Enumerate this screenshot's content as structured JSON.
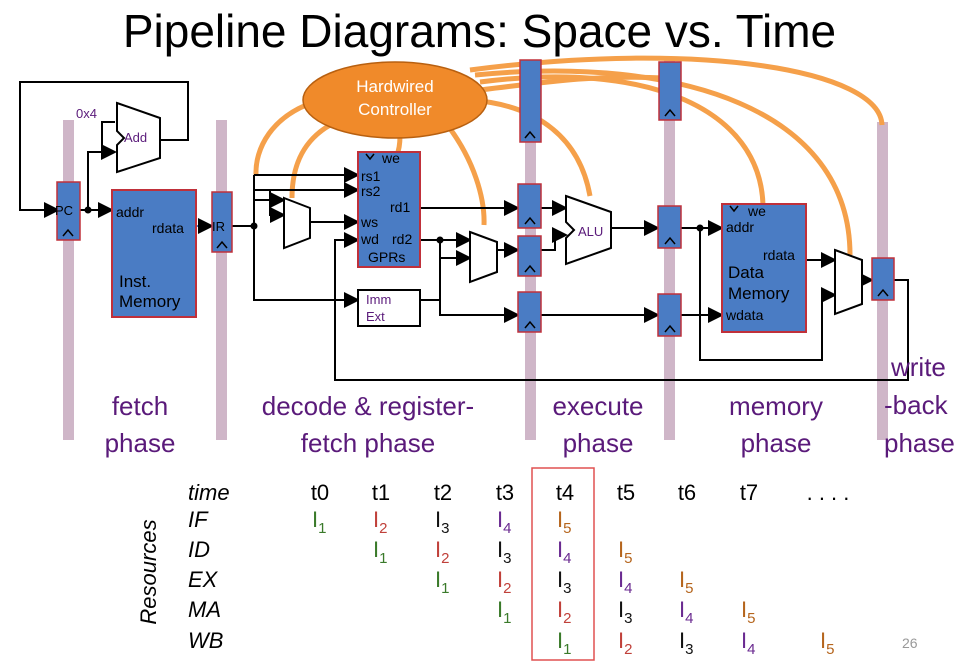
{
  "title": "Pipeline Diagrams: Space vs. Time",
  "datapath": {
    "controller": [
      "Hardwired",
      "Controller"
    ],
    "const_0x4": "0x4",
    "add": "Add",
    "pc": "PC",
    "ir": "IR",
    "addr": "addr",
    "rdata": "rdata",
    "inst_memory": [
      "Inst.",
      "Memory"
    ],
    "we": "we",
    "rs1": "rs1",
    "rs2": "rs2",
    "rd1": "rd1",
    "ws": "ws",
    "wd": "wd",
    "rd2": "rd2",
    "gprs": "GPRs",
    "imm_ext": [
      "Imm",
      "Ext"
    ],
    "alu": "ALU",
    "dm_we": "we",
    "dm_addr": "addr",
    "dm_rdata": "rdata",
    "data_memory": [
      "Data",
      "Memory"
    ],
    "wdata": "wdata"
  },
  "phases": {
    "fetch": [
      "fetch",
      "phase"
    ],
    "decode": [
      "decode & register-",
      "fetch phase"
    ],
    "execute": [
      "execute",
      "phase"
    ],
    "memory": [
      "memory",
      "phase"
    ],
    "writeback": [
      "write",
      "-back",
      "phase"
    ]
  },
  "table": {
    "axis_label": "Resources",
    "time_label": "time",
    "times": [
      "t0",
      "t1",
      "t2",
      "t3",
      "t4",
      "t5",
      "t6",
      "t7",
      ". . . ."
    ],
    "highlight_time": "t4",
    "rows": [
      {
        "name": "IF",
        "start": 0
      },
      {
        "name": "ID",
        "start": 1
      },
      {
        "name": "EX",
        "start": 2
      },
      {
        "name": "MA",
        "start": 3
      },
      {
        "name": "WB",
        "start": 4
      }
    ],
    "instructions": [
      {
        "label": "I",
        "sub": "1",
        "color": "#3a7a2a"
      },
      {
        "label": "I",
        "sub": "2",
        "color": "#c0403a"
      },
      {
        "label": "I",
        "sub": "3",
        "color": "#111111"
      },
      {
        "label": "I",
        "sub": "4",
        "color": "#6a2a90"
      },
      {
        "label": "I",
        "sub": "5",
        "color": "#b5651d"
      }
    ]
  },
  "page_number": "26",
  "colors": {
    "block_blue": "#4a7cc4",
    "block_border": "#c0303a",
    "pipe_bar": "#cfb6c8",
    "control_orange": "#f5a04a",
    "controller_fill": "#f08a2a",
    "phase_text": "#5a1a7a",
    "highlight_box": "#e05050"
  }
}
